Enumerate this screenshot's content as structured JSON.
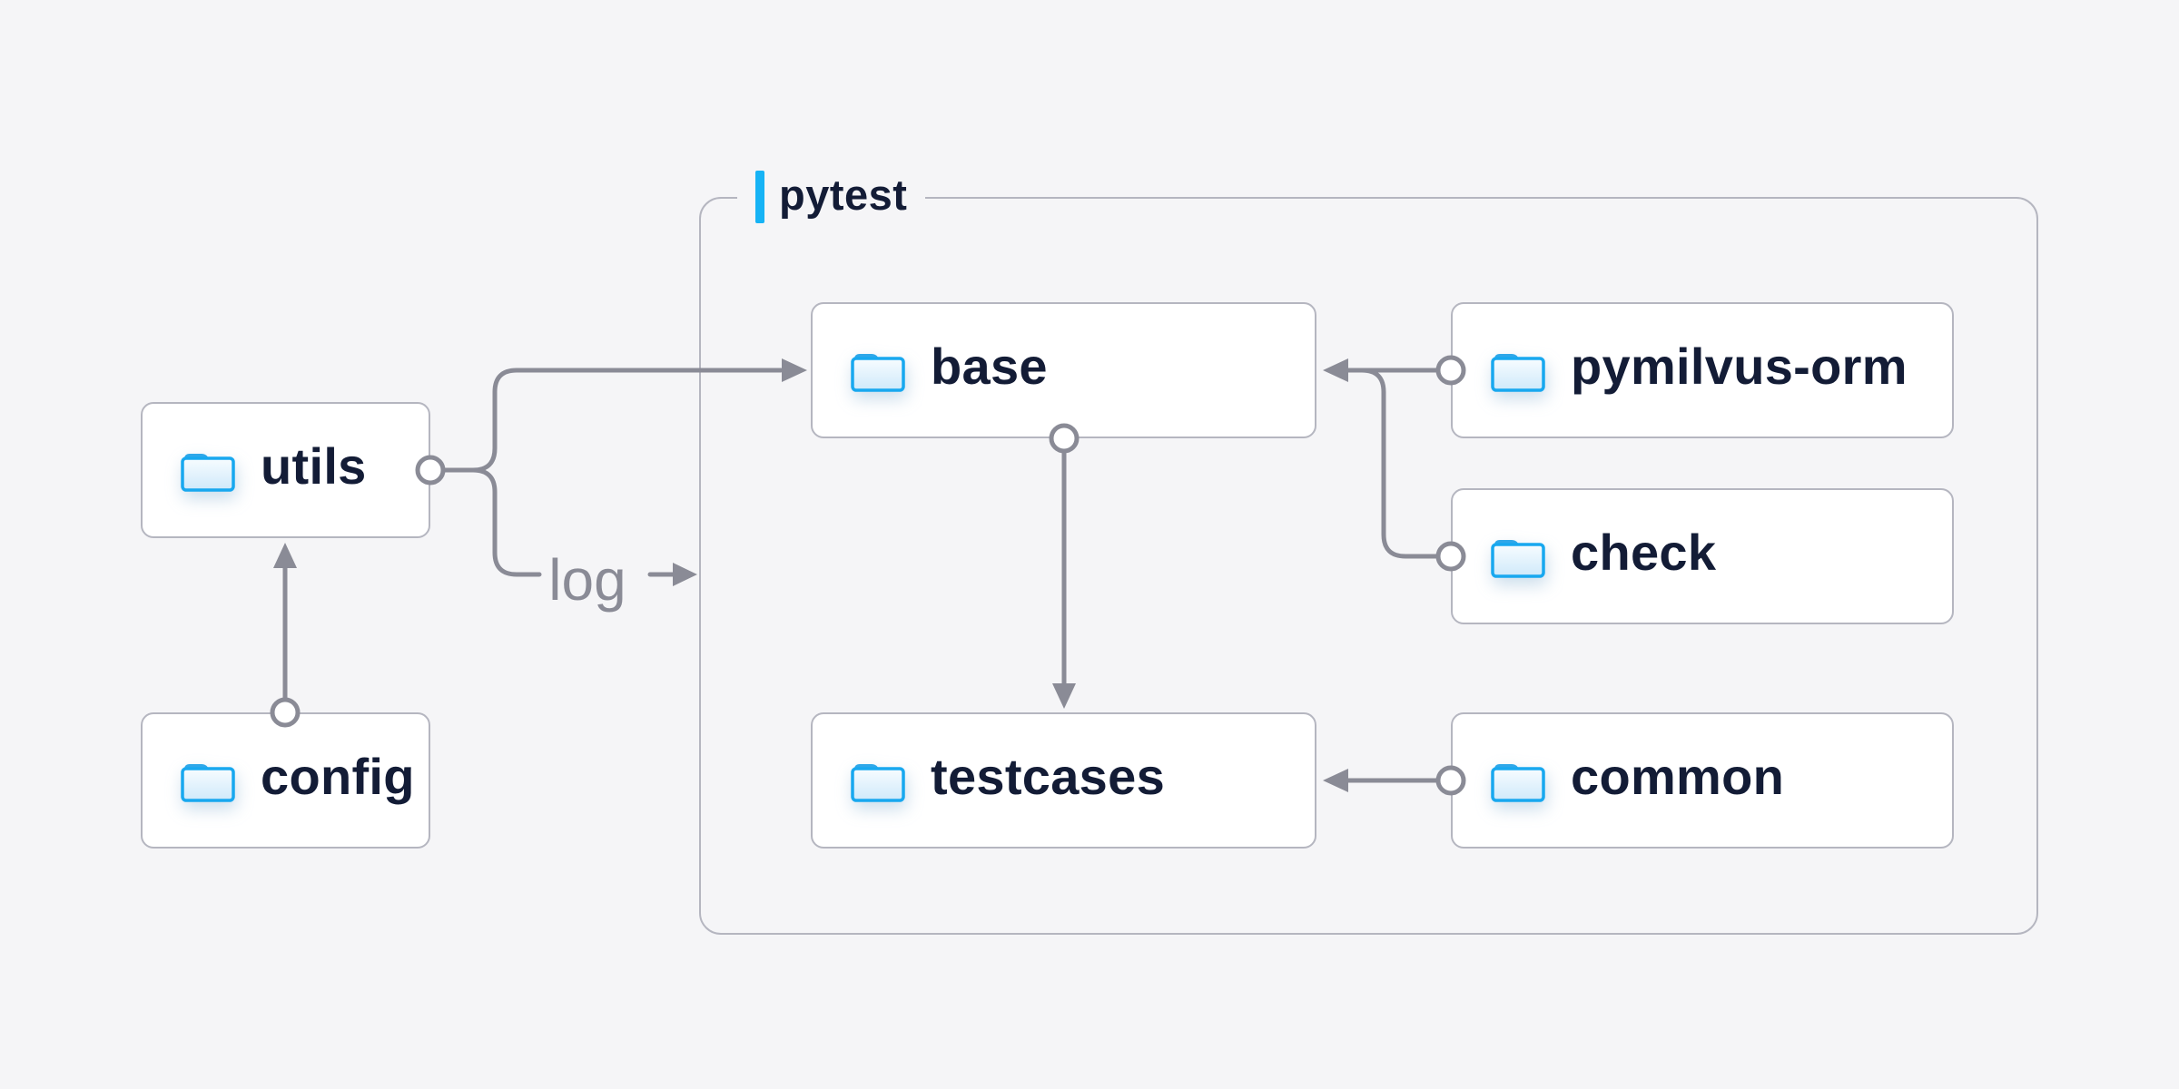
{
  "page": {
    "background_color": "#f5f5f7"
  },
  "diagram": {
    "colors": {
      "accent_blue": "#16b3f5",
      "connector_gray": "#8a8b96",
      "node_border": "#b5b6c0",
      "node_background": "#ffffff",
      "text_navy": "#131c36",
      "folder_stroke_blue": "#18a8ef"
    },
    "container": {
      "label": "pytest"
    },
    "nodes": [
      {
        "id": "utils",
        "label": "utils",
        "icon": "folder-icon",
        "inside_container": false
      },
      {
        "id": "config",
        "label": "config",
        "icon": "folder-icon",
        "inside_container": false
      },
      {
        "id": "base",
        "label": "base",
        "icon": "folder-icon",
        "inside_container": true
      },
      {
        "id": "pymilvus-orm",
        "label": "pymilvus-orm",
        "icon": "folder-icon",
        "inside_container": true
      },
      {
        "id": "check",
        "label": "check",
        "icon": "folder-icon",
        "inside_container": true
      },
      {
        "id": "testcases",
        "label": "testcases",
        "icon": "folder-icon",
        "inside_container": true
      },
      {
        "id": "common",
        "label": "common",
        "icon": "folder-icon",
        "inside_container": true
      }
    ],
    "edges": [
      {
        "from": "config",
        "to": "utils",
        "label": ""
      },
      {
        "from": "utils",
        "to": "base",
        "label": ""
      },
      {
        "from": "utils",
        "to": "pytest-container",
        "label": "log"
      },
      {
        "from": "base",
        "to": "testcases",
        "label": ""
      },
      {
        "from": "pymilvus-orm",
        "to": "base",
        "label": ""
      },
      {
        "from": "check",
        "to": "base",
        "label": ""
      },
      {
        "from": "common",
        "to": "testcases",
        "label": ""
      }
    ]
  }
}
